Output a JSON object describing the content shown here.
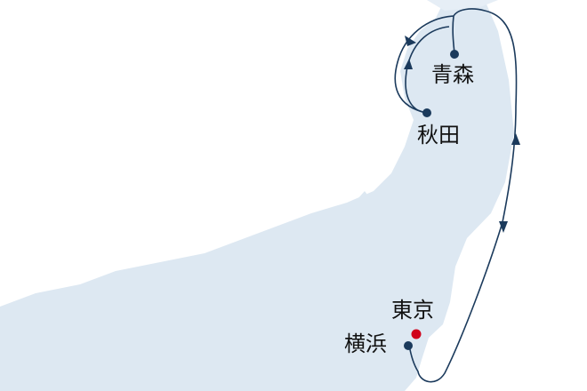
{
  "colors": {
    "land": "#dde8f2",
    "route": "#1b3a5c",
    "port": "#1b3a5c",
    "capital": "#d0021b"
  },
  "ports": [
    {
      "name": "青森",
      "type": "port"
    },
    {
      "name": "秋田",
      "type": "port"
    },
    {
      "name": "東京",
      "type": "capital"
    },
    {
      "name": "横浜",
      "type": "port"
    }
  ]
}
